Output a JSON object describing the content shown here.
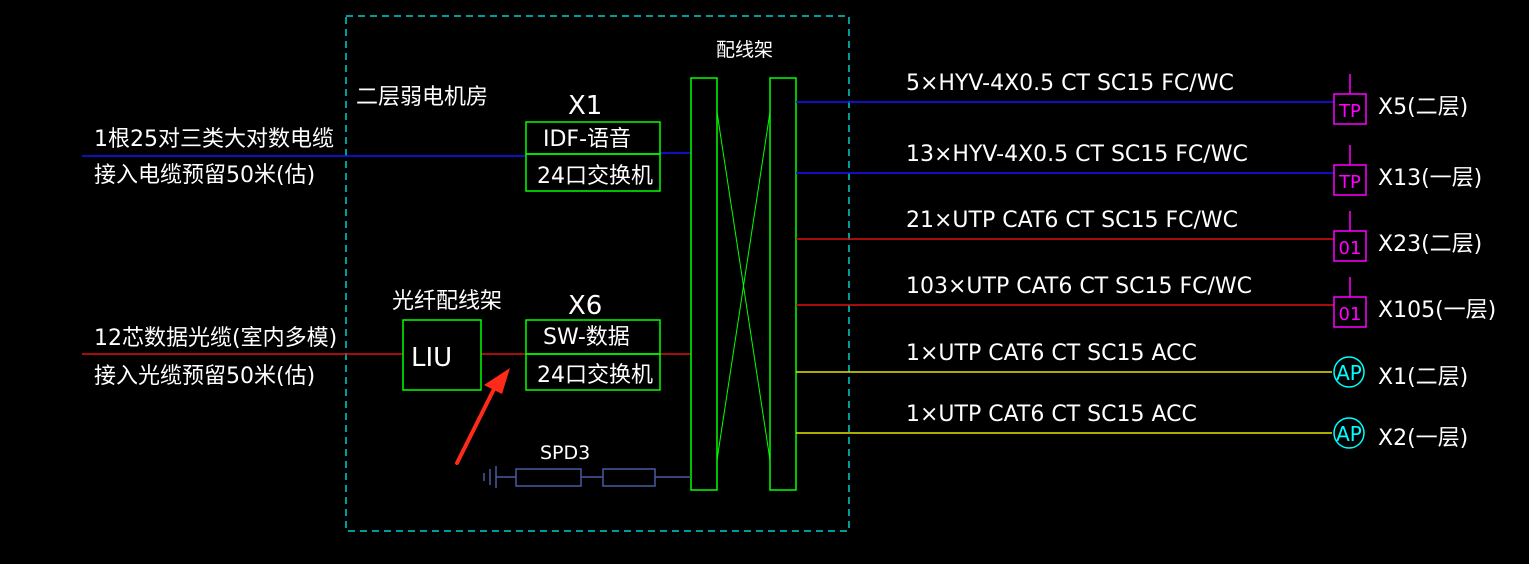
{
  "room": {
    "title": "二层弱电机房"
  },
  "incoming": {
    "voice_cable_line1": "1根25对三类大对数电缆",
    "voice_cable_line2": "接入电缆预留50米(估)",
    "fiber_cable_line1": "12芯数据光缆(室内多模)",
    "fiber_cable_line2": "接入光缆预留50米(估)"
  },
  "equipment": {
    "x1_label": "X1",
    "x1_box_top": "IDF-语音",
    "x1_box_bottom": "24口交换机",
    "x6_label": "X6",
    "x6_box_top": "SW-数据",
    "x6_box_bottom": "24口交换机",
    "liu_caption": "光纤配线架",
    "liu_box": "LIU",
    "patch_caption": "配线架",
    "spd_label": "SPD3"
  },
  "outgoing": [
    {
      "cable": "5×HYV-4X0.5 CT SC15 FC/WC",
      "symbol": "TP",
      "dest": "X5(二层)",
      "kind": "tp"
    },
    {
      "cable": "13×HYV-4X0.5 CT SC15 FC/WC",
      "symbol": "TP",
      "dest": "X13(一层)",
      "kind": "tp"
    },
    {
      "cable": "21×UTP CAT6 CT SC15 FC/WC",
      "symbol": "01",
      "dest": "X23(二层)",
      "kind": "do"
    },
    {
      "cable": "103×UTP CAT6 CT SC15 FC/WC",
      "symbol": "01",
      "dest": "X105(一层)",
      "kind": "do"
    },
    {
      "cable": "1×UTP CAT6 CT SC15 ACC",
      "symbol": "AP",
      "dest": "X1(二层)",
      "kind": "ap"
    },
    {
      "cable": "1×UTP CAT6 CT SC15 ACC",
      "symbol": "AP",
      "dest": "X2(一层)",
      "kind": "ap"
    }
  ],
  "colors": {
    "background": "#000000",
    "room_border": "#00d0d0",
    "equipment": "#00ff00",
    "voice_line": "#1414ff",
    "data_line": "#dd1111",
    "ap_line": "#e6e600",
    "tp_do_symbol": "#ff00ff",
    "ap_symbol": "#00ffff",
    "arrow": "#ff2a1a",
    "spd": "#4a5aa0",
    "text": "#ffffff"
  }
}
